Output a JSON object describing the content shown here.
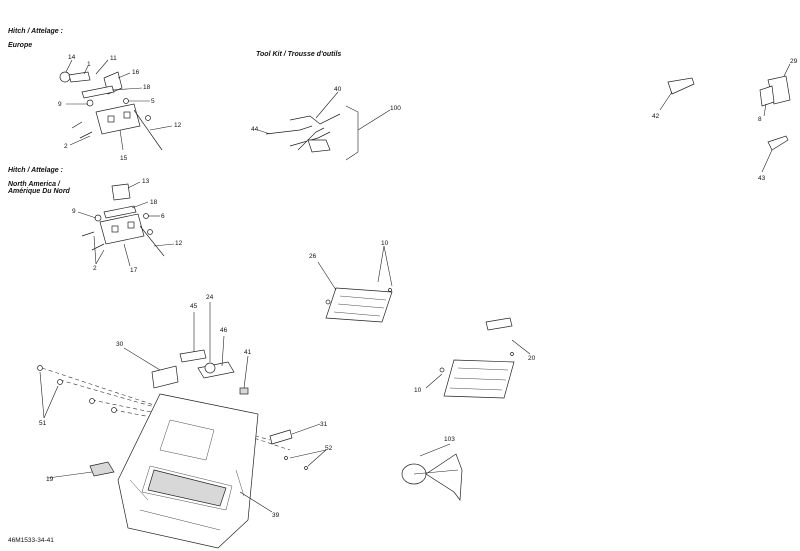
{
  "headings": {
    "hitch_1": "Hitch / Attelage :",
    "europe": "Europe",
    "tool_kit": "Tool Kit / Trousse d'outils",
    "hitch_2": "Hitch / Attelage :",
    "north_america_1": "North America /",
    "north_america_2": "Amérique Du Nord"
  },
  "document_id": "46M1533-34-41",
  "callouts": [
    {
      "id": "c14",
      "label": "14"
    },
    {
      "id": "c11",
      "label": "11"
    },
    {
      "id": "c1",
      "label": "1"
    },
    {
      "id": "c16",
      "label": "16"
    },
    {
      "id": "c18a",
      "label": "18"
    },
    {
      "id": "c9a",
      "label": "9"
    },
    {
      "id": "c5",
      "label": "5"
    },
    {
      "id": "c12a",
      "label": "12"
    },
    {
      "id": "c2a",
      "label": "2"
    },
    {
      "id": "c15",
      "label": "15"
    },
    {
      "id": "c13",
      "label": "13"
    },
    {
      "id": "c18b",
      "label": "18"
    },
    {
      "id": "c9b",
      "label": "9"
    },
    {
      "id": "c6",
      "label": "6"
    },
    {
      "id": "c12b",
      "label": "12"
    },
    {
      "id": "c2b",
      "label": "2"
    },
    {
      "id": "c17",
      "label": "17"
    },
    {
      "id": "c40",
      "label": "40"
    },
    {
      "id": "c100",
      "label": "100"
    },
    {
      "id": "c44",
      "label": "44"
    },
    {
      "id": "c42",
      "label": "42"
    },
    {
      "id": "c29",
      "label": "29"
    },
    {
      "id": "c8",
      "label": "8"
    },
    {
      "id": "c43",
      "label": "43"
    },
    {
      "id": "c10a",
      "label": "10"
    },
    {
      "id": "c26",
      "label": "26"
    },
    {
      "id": "c20",
      "label": "20"
    },
    {
      "id": "c10b",
      "label": "10"
    },
    {
      "id": "c45",
      "label": "45"
    },
    {
      "id": "c24",
      "label": "24"
    },
    {
      "id": "c46",
      "label": "46"
    },
    {
      "id": "c30",
      "label": "30"
    },
    {
      "id": "c41",
      "label": "41"
    },
    {
      "id": "c51",
      "label": "51"
    },
    {
      "id": "c31",
      "label": "31"
    },
    {
      "id": "c52",
      "label": "52"
    },
    {
      "id": "c19",
      "label": "19"
    },
    {
      "id": "c39",
      "label": "39"
    },
    {
      "id": "c103",
      "label": "103"
    }
  ],
  "colors": {
    "line": "#222222",
    "fill": "#ffffff",
    "shade": "#d8d8d8"
  }
}
